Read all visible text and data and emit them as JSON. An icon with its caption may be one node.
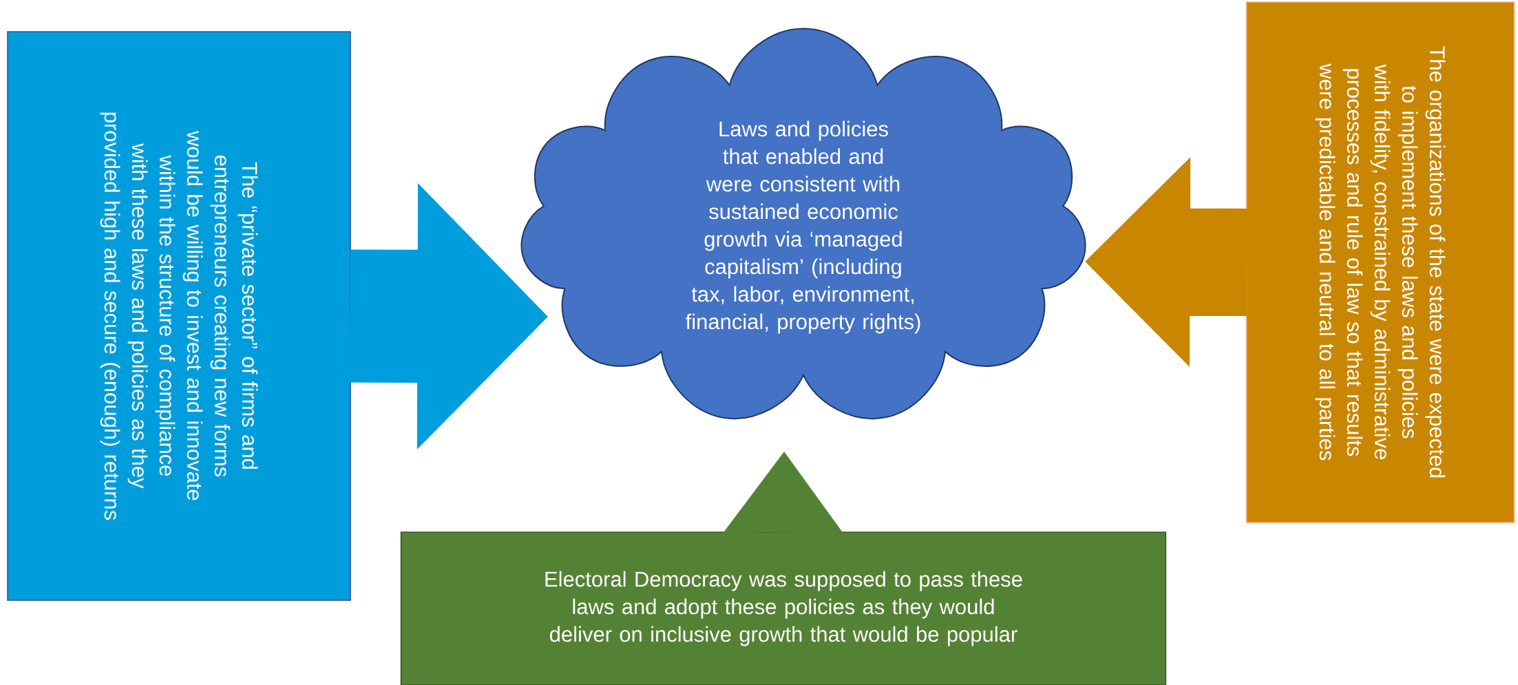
{
  "diagram": {
    "nodes": [
      {
        "text": [
          "Laws and policies that enabled and were consistent with sustained economic growth via ‘managed capitalism’ (including tax, labor, environment, financial, property rights)"
        ]
      },
      {
        "text": [
          "The “private sector” of firms and entrepreneurs creating new forms would be willing to invest and innovate within the structure of compliance with these laws and policies as they provided high and secure (enough) returns"
        ]
      },
      {
        "text": [
          "The organizations of the state were expected to implement these laws and policies with fidelity, constrained by administrative processes and rule of law so that results were predictable and neutral to all parties"
        ]
      },
      {
        "text": [
          "Electoral Democracy was supposed to pass these laws and adopt these policies as they would deliver on inclusive growth that would be popular"
        ]
      }
    ],
    "edges": [
      {
        "from": 1,
        "to": 0,
        "arrow": "to",
        "color": "#009ddc"
      },
      {
        "from": 2,
        "to": 0,
        "arrow": "to",
        "color": "#c98600"
      },
      {
        "from": 3,
        "to": 0,
        "arrow": "to",
        "color": "#548235"
      }
    ]
  }
}
